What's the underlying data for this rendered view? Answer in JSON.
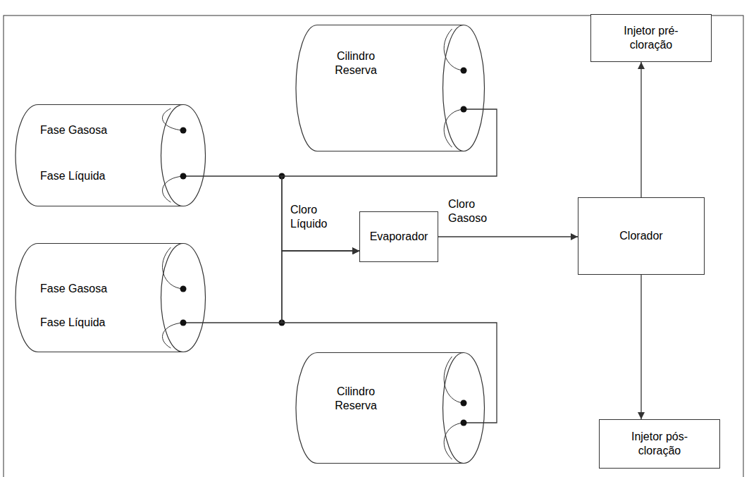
{
  "diagram": {
    "nodes": [
      {
        "text": [
          "Fase Gasosa",
          "Fase Líquida"
        ]
      },
      {
        "text": [
          "Fase Gasosa",
          "Fase Líquida"
        ]
      },
      {
        "text": [
          "Cilindro Reserva"
        ]
      },
      {
        "text": [
          "Cilindro Reserva"
        ]
      },
      {
        "text": [
          "Evaporador"
        ]
      },
      {
        "text": [
          "Clorador"
        ]
      },
      {
        "text": [
          "Injetor pré-cloração"
        ]
      },
      {
        "text": [
          "Injetor pós-cloração"
        ]
      }
    ],
    "edges": [
      {
        "from": 0,
        "to": 4,
        "arrow": "to",
        "label": "Cloro Líquido"
      },
      {
        "from": 1,
        "to": 4,
        "arrow": "to"
      },
      {
        "from": 2,
        "to": 4,
        "arrow": "to"
      },
      {
        "from": 3,
        "to": 4,
        "arrow": "to"
      },
      {
        "from": 4,
        "to": 5,
        "arrow": "to",
        "label": "Cloro Gasoso"
      },
      {
        "from": 5,
        "to": 6,
        "arrow": "to"
      },
      {
        "from": 5,
        "to": 7,
        "arrow": "to"
      }
    ]
  }
}
